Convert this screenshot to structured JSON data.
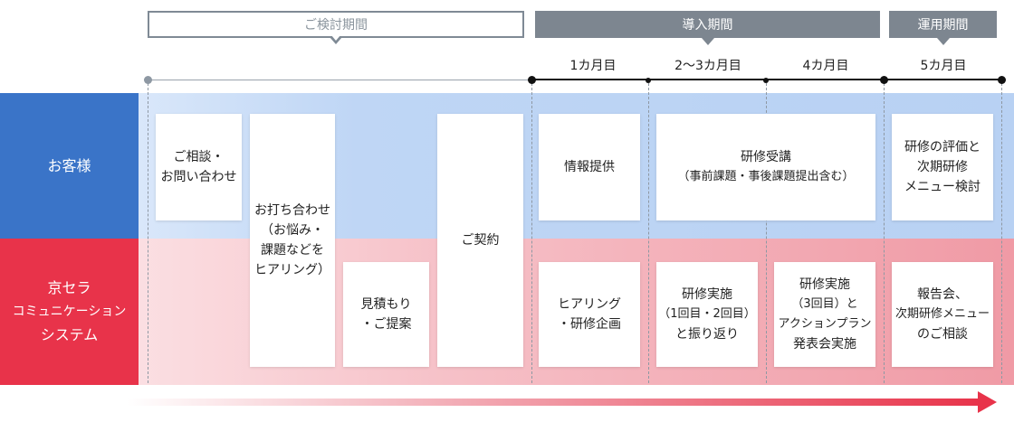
{
  "phases": {
    "consider": "ご検討期間",
    "intro": "導入期間",
    "operation": "運用期間"
  },
  "months": [
    "1カ月目",
    "2～3カ月目",
    "4カ月目",
    "5カ月目"
  ],
  "rows": {
    "customer": "お客様",
    "kyocera_lines": [
      "京セラ",
      "コミュニケーション",
      "システム"
    ]
  },
  "boxes": {
    "consult": [
      "ご相談・",
      "お問い合わせ"
    ],
    "meeting": [
      "お打ち合わせ",
      "（お悩み・",
      "課題などを",
      "ヒアリング）"
    ],
    "estimate": [
      "見積もり",
      "・ご提案"
    ],
    "contract": "ご契約",
    "info": "情報提供",
    "training_course": [
      "研修受講",
      "（事前課題・事後課題提出含む）"
    ],
    "evaluation": [
      "研修の評価と",
      "次期研修",
      "メニュー検討"
    ],
    "hearing": [
      "ヒアリング",
      "・研修企画"
    ],
    "training_1_2": [
      "研修実施",
      "（1回目・2回目）",
      "と振り返り"
    ],
    "training_3": [
      "研修実施",
      "（3回目）と",
      "アクションプラン",
      "発表会実施"
    ],
    "report": [
      "報告会、",
      "次期研修メニュー",
      "のご相談"
    ]
  },
  "colors": {
    "customer_blue": "#3a74c8",
    "kyocera_red": "#e8334a",
    "phase_gray": "#7d8690"
  }
}
